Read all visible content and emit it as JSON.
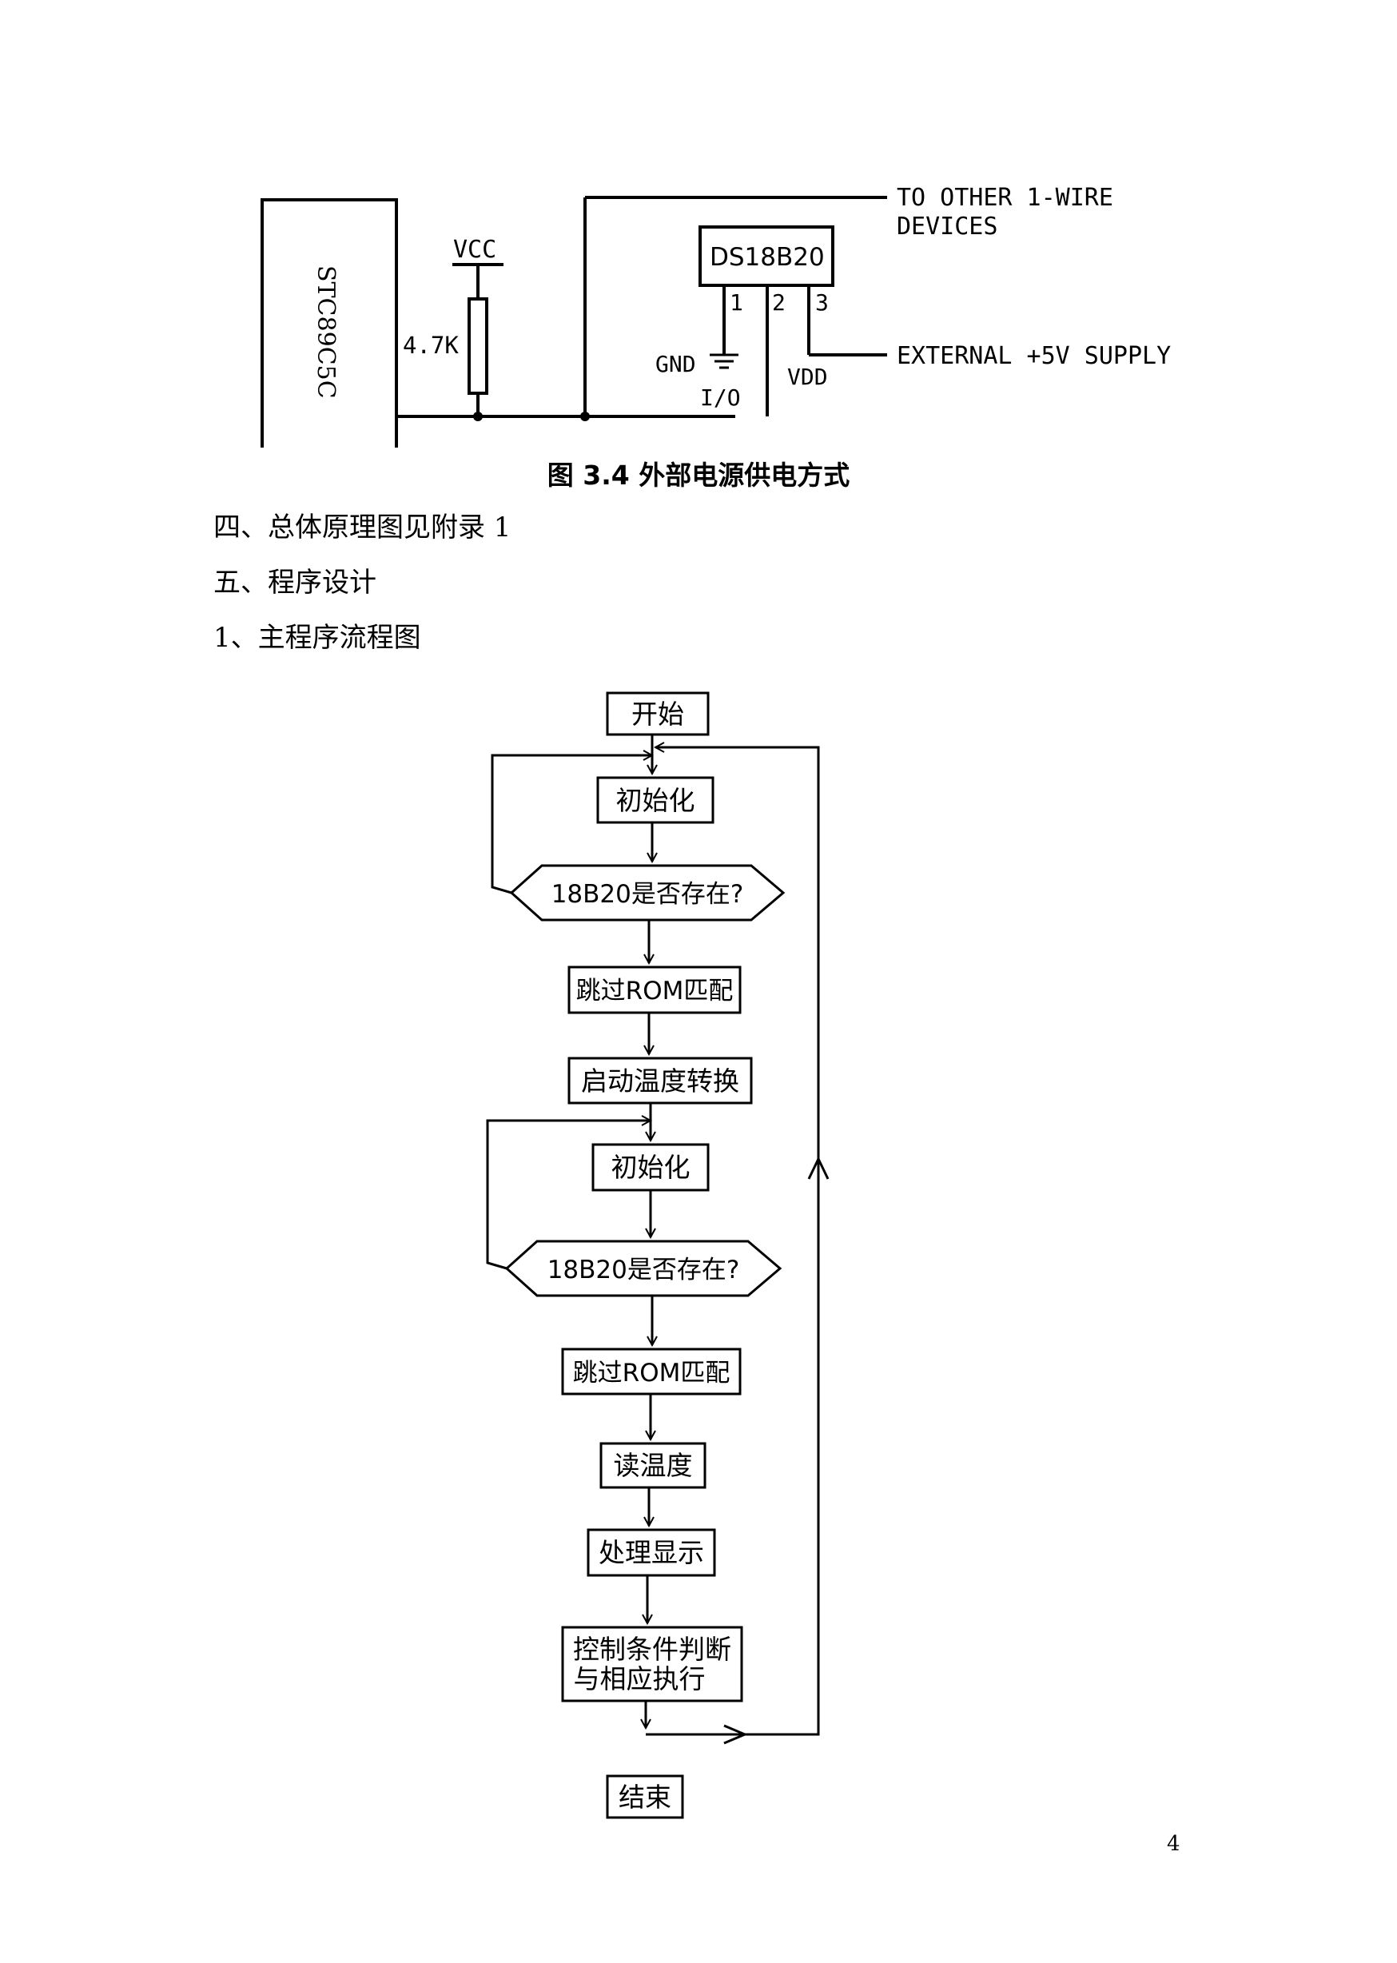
{
  "circuit": {
    "mcu_label": "STC89C5C",
    "vcc_label": "VCC",
    "resistor_label": "4.7K",
    "sensor_label": "DS18B20",
    "pin_labels": [
      "1",
      "2",
      "3"
    ],
    "gnd_label": "GND",
    "io_label": "I/O",
    "vdd_label": "VDD",
    "other_devices_line1": "TO OTHER 1-WIRE",
    "other_devices_line2": "DEVICES",
    "supply_label": "EXTERNAL +5V SUPPLY",
    "caption": "图 3.4 外部电源供电方式"
  },
  "paragraphs": {
    "p1": "四、总体原理图见附录 1",
    "p2": "五、程序设计",
    "p3": "1、主程序流程图"
  },
  "flowchart": {
    "start": "开始",
    "init1": "初始化",
    "check1": "18B20是否存在?",
    "skip1": "跳过ROM匹配",
    "convert": "启动温度转换",
    "init2": "初始化",
    "check2": "18B20是否存在?",
    "skip2": "跳过ROM匹配",
    "read": "读温度",
    "display": "处理显示",
    "control_line1": "控制条件判断",
    "control_line2": "与相应执行",
    "end": "结束"
  },
  "page_number": "4"
}
